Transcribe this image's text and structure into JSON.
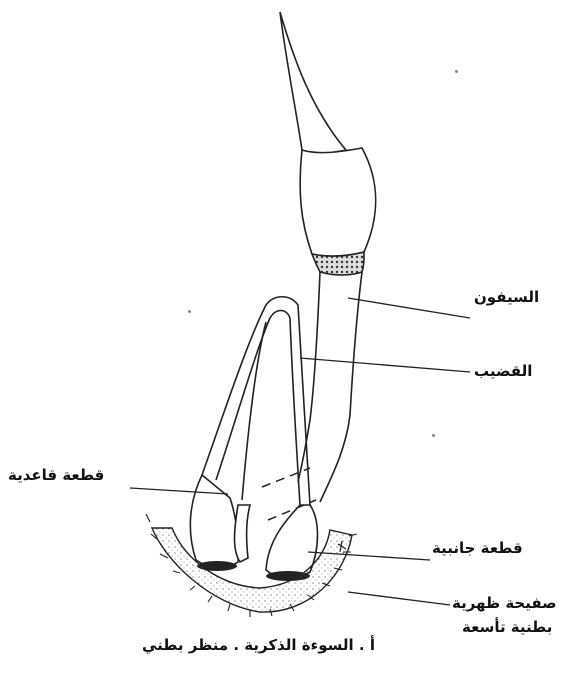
{
  "figure": {
    "caption": "أ . السوءة الذكرية . منظر بطني",
    "labels": {
      "siphon": "السيفون",
      "penis": "القضيب",
      "basal_segment": "قطعة قاعدية",
      "lateral_segment": "قطعة جانبية",
      "plate_line1": "صفيحة ظهرية",
      "plate_line2": "بطنية تأسعة"
    }
  }
}
